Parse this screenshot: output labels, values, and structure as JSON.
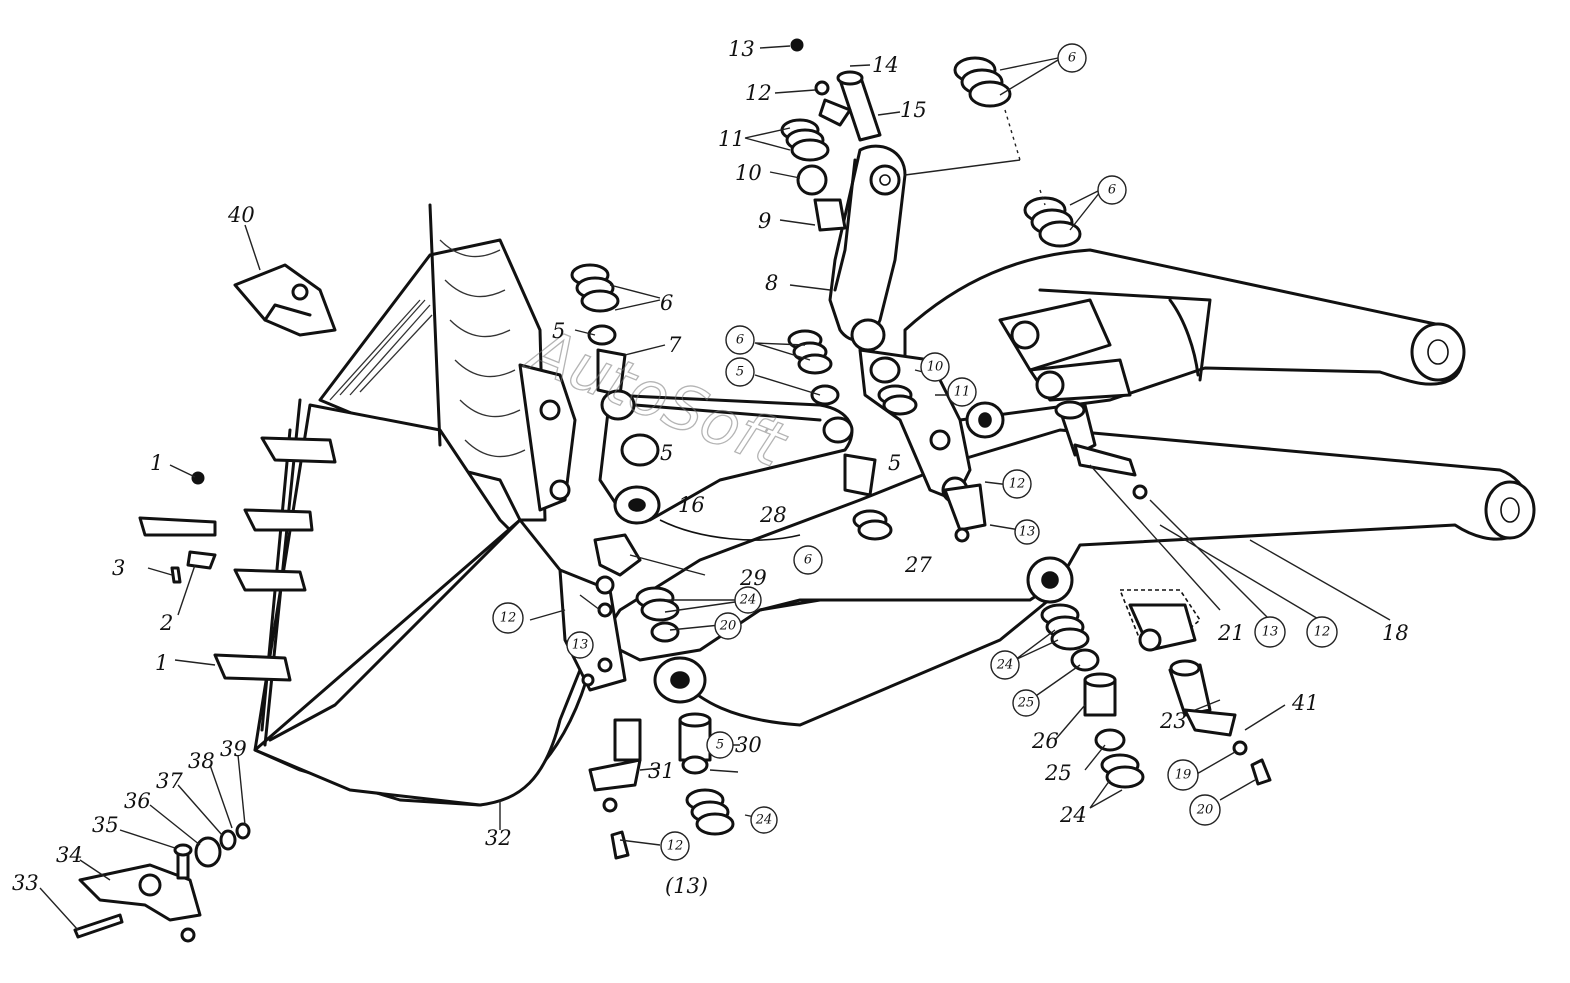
{
  "watermark": "AutoSoft",
  "labels": {
    "n1": "1",
    "n1b": "1",
    "n2": "2",
    "n3": "3",
    "n5a": "5",
    "n5b": "5",
    "n5c": "5",
    "n5d": "5",
    "n5e": "5",
    "n6a": "6",
    "n6b": "6",
    "n6c": "6",
    "n6d": "6",
    "n6e": "6",
    "n7": "7",
    "n8": "8",
    "n9": "9",
    "n10a": "10",
    "n10b": "10",
    "n11a": "11",
    "n11b": "11",
    "n12a": "12",
    "n12b": "12",
    "n12c": "12",
    "n12d": "12",
    "n12e": "12",
    "n13a": "13",
    "n13b": "13",
    "n13c": "13",
    "n13d": "(13)",
    "n14": "14",
    "n15": "15",
    "n16": "16",
    "n18": "18",
    "n19": "19",
    "n20a": "20",
    "n20b": "20",
    "n21": "21",
    "n23": "23",
    "n24a": "24",
    "n24b": "24",
    "n24c": "24",
    "n24d": "24",
    "n25a": "25",
    "n25b": "25",
    "n26": "26",
    "n27": "27",
    "n28": "28",
    "n29": "29",
    "n30": "30",
    "n31": "31",
    "n32": "32",
    "n33": "33",
    "n34": "34",
    "n35": "35",
    "n36": "36",
    "n37": "37",
    "n38": "38",
    "n39": "39",
    "n40": "40",
    "n41": "41"
  }
}
